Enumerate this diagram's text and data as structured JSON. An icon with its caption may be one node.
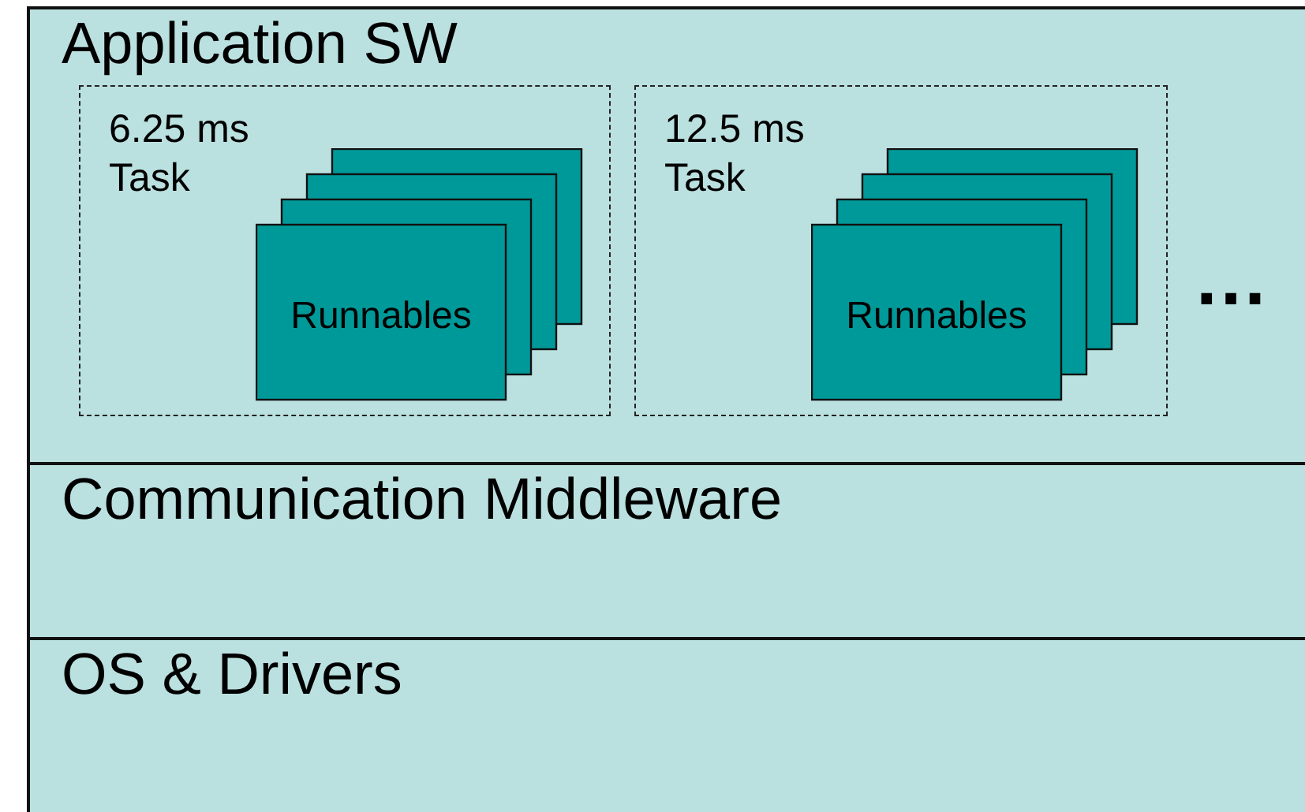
{
  "diagram": {
    "nodes": [
      {
        "text": [
          "Application SW"
        ]
      },
      {
        "text": [
          "6.25 ms Task"
        ],
        "in": 0
      },
      {
        "text": [
          "Runnables"
        ],
        "in": 1
      },
      {
        "text": [
          "12.5 ms Task"
        ],
        "in": 0
      },
      {
        "text": [
          "Runnables"
        ],
        "in": 3
      },
      {
        "text": [
          "Communication Middleware"
        ]
      },
      {
        "text": [
          "OS & Drivers"
        ]
      }
    ],
    "edges": [],
    "labels": [
      "..."
    ]
  }
}
